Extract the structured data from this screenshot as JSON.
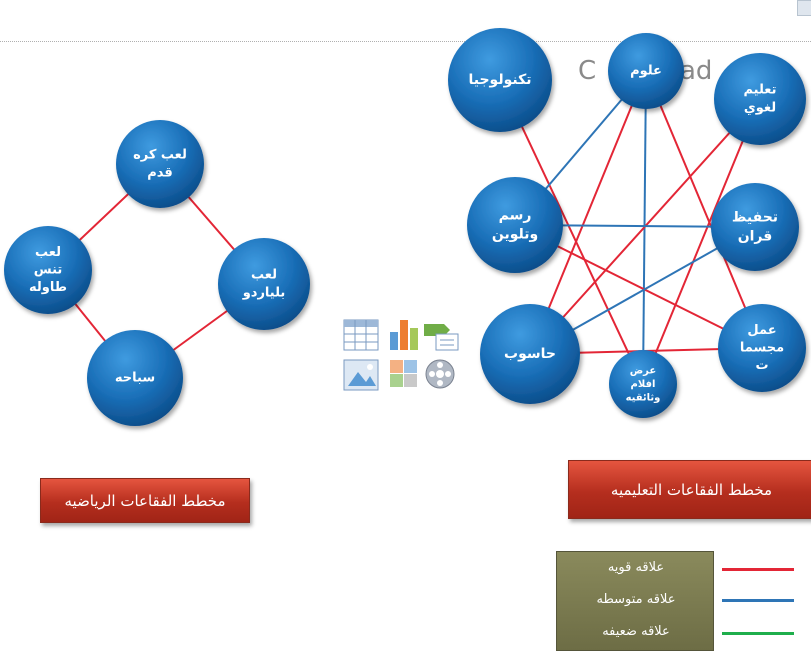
{
  "background_partial_text": {
    "left": "C",
    "right": "ad"
  },
  "sports_diagram": {
    "title": "مخطط الفقاعات الرياضيه",
    "nodes": [
      {
        "id": "football",
        "label_lines": [
          "لعب كره",
          "قدم"
        ]
      },
      {
        "id": "table_tennis",
        "label_lines": [
          "لعب",
          "تنس",
          "طاوله"
        ]
      },
      {
        "id": "billiards",
        "label_lines": [
          "لعب",
          "بلياردو"
        ]
      },
      {
        "id": "swimming",
        "label_lines": [
          "سباحه"
        ]
      }
    ],
    "edges": [
      {
        "from": "football",
        "to": "table_tennis",
        "strength": "strong"
      },
      {
        "from": "football",
        "to": "billiards",
        "strength": "strong"
      },
      {
        "from": "table_tennis",
        "to": "swimming",
        "strength": "strong"
      },
      {
        "from": "billiards",
        "to": "swimming",
        "strength": "strong"
      }
    ]
  },
  "education_diagram": {
    "title": "مخطط الفقاعات التعليميه",
    "nodes": [
      {
        "id": "technology",
        "label_lines": [
          "تكنولوجيا"
        ]
      },
      {
        "id": "science",
        "label_lines": [
          "علوم"
        ]
      },
      {
        "id": "language",
        "label_lines": [
          "تعليم",
          "لغوي"
        ]
      },
      {
        "id": "drawing",
        "label_lines": [
          "رسم",
          "وتلوين"
        ]
      },
      {
        "id": "quran",
        "label_lines": [
          "تحفيظ",
          "قران"
        ]
      },
      {
        "id": "computer",
        "label_lines": [
          "حاسوب"
        ]
      },
      {
        "id": "films",
        "label_lines": [
          "عرض",
          "افلام",
          "وثائقيه"
        ]
      },
      {
        "id": "models",
        "label_lines": [
          "عمل",
          "مجسما",
          "ت"
        ]
      }
    ],
    "edges": [
      {
        "from": "technology",
        "to": "films",
        "strength": "strong"
      },
      {
        "from": "science",
        "to": "drawing",
        "strength": "medium"
      },
      {
        "from": "science",
        "to": "computer",
        "strength": "strong"
      },
      {
        "from": "science",
        "to": "films",
        "strength": "medium"
      },
      {
        "from": "science",
        "to": "models",
        "strength": "strong"
      },
      {
        "from": "language",
        "to": "computer",
        "strength": "strong"
      },
      {
        "from": "language",
        "to": "films",
        "strength": "strong"
      },
      {
        "from": "drawing",
        "to": "quran",
        "strength": "medium"
      },
      {
        "from": "drawing",
        "to": "models",
        "strength": "strong"
      },
      {
        "from": "quran",
        "to": "computer",
        "strength": "medium"
      },
      {
        "from": "computer",
        "to": "models",
        "strength": "strong"
      }
    ]
  },
  "legend": {
    "items": [
      {
        "label": "علاقه قويه",
        "strength": "strong",
        "color": "#e32636"
      },
      {
        "label": "علاقه متوسطه",
        "strength": "medium",
        "color": "#2e75b6"
      },
      {
        "label": "علاقه ضعيفه",
        "strength": "weak",
        "color": "#1fae4c"
      }
    ]
  },
  "colors": {
    "bubble": "#1a6fb8",
    "bubble_dark": "#0d4f8f",
    "banner_red": "#b52e1e",
    "legend_olive": "#767650"
  },
  "icons": [
    "table-icon",
    "bar-chart-icon",
    "smartart-icon",
    "picture-icon",
    "clip-art-icon",
    "media-icon"
  ]
}
